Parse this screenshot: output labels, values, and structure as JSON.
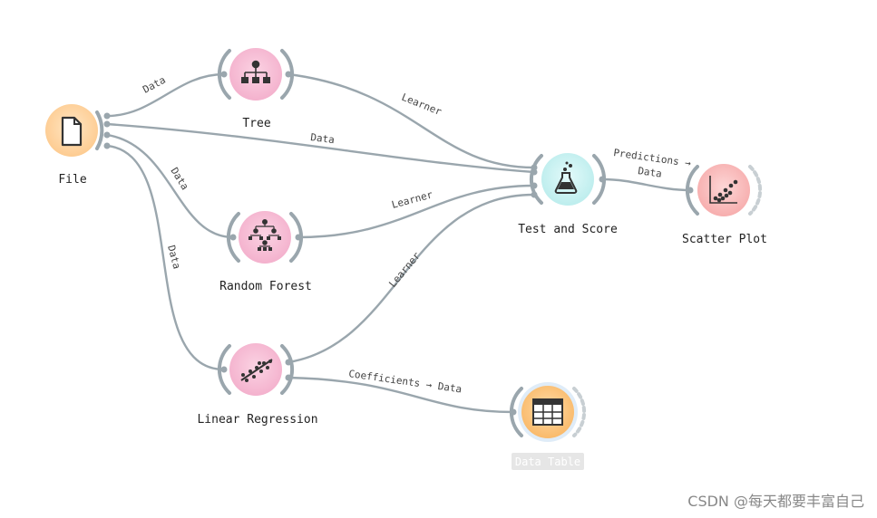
{
  "nodes": {
    "file": {
      "title": "File",
      "color": "#fdd8a8",
      "icon": "file-icon"
    },
    "tree": {
      "title": "Tree",
      "color": "#f7bed6",
      "icon": "tree-icon"
    },
    "random_forest": {
      "title": "Random Forest",
      "color": "#f7bed6",
      "icon": "random-forest-icon"
    },
    "linear_regression": {
      "title": "Linear Regression",
      "color": "#f7bed6",
      "icon": "linear-regression-icon"
    },
    "test_and_score": {
      "title": "Test and Score",
      "color": "#c8f1f1",
      "icon": "flask-icon"
    },
    "scatter_plot": {
      "title": "Scatter Plot",
      "color": "#fac1c1",
      "icon": "scatter-plot-icon"
    },
    "data_table": {
      "title": "Data Table",
      "color": "#fcc888",
      "icon": "table-icon"
    }
  },
  "links": {
    "file_tree": "Data",
    "file_test": "Data",
    "file_forest": "Data",
    "file_linreg": "Data",
    "tree_test": "Learner",
    "forest_test": "Learner",
    "linreg_test": "Learner",
    "test_scatter_1": "Predictions →",
    "test_scatter_2": "Data",
    "linreg_table": "Coefficients → Data"
  },
  "watermark": "CSDN @每天都要丰富自己"
}
